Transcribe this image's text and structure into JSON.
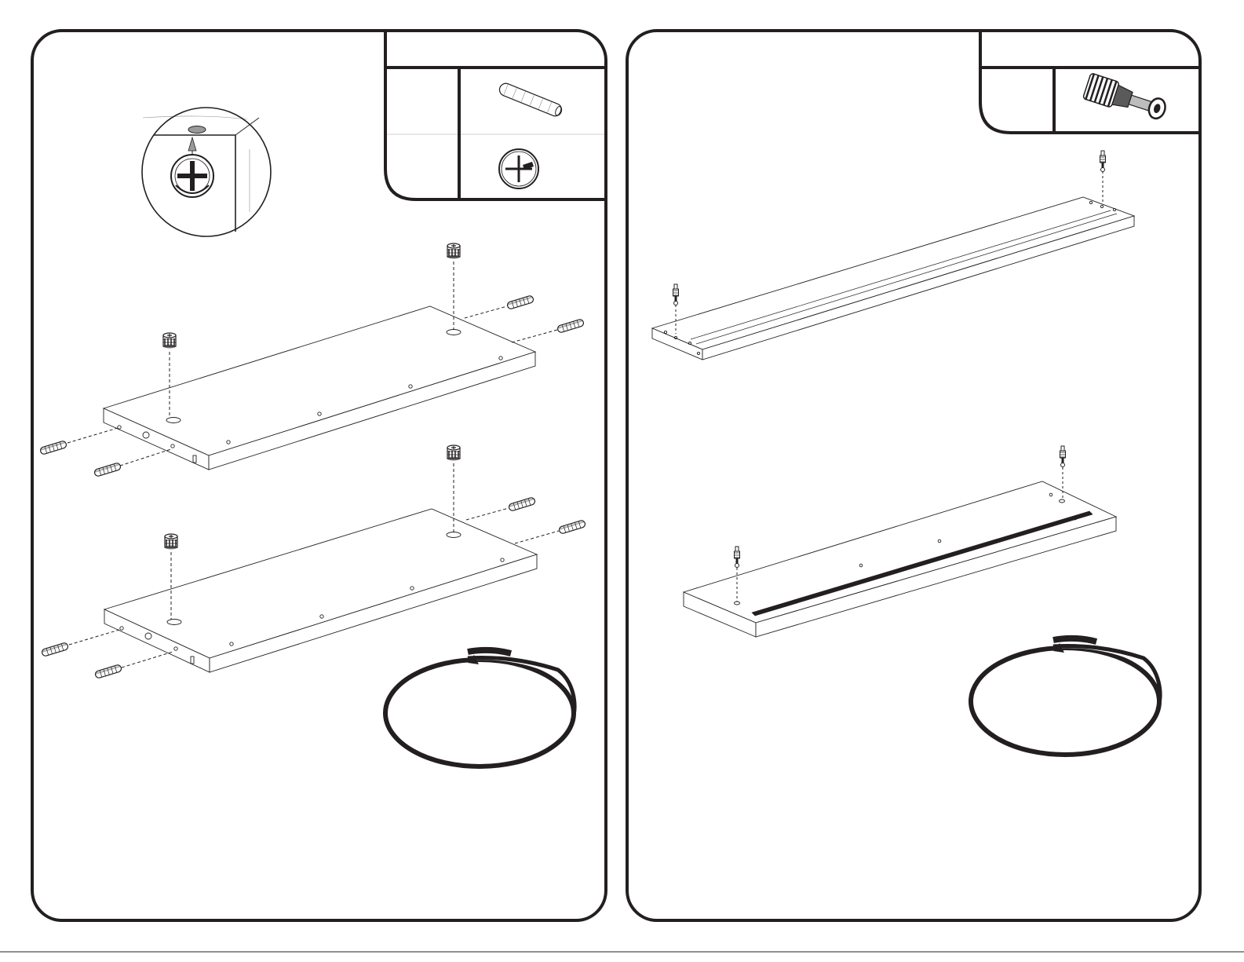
{
  "page": {
    "description_free": true,
    "background": "#ffffff",
    "ink": "#231f20"
  },
  "panels": [
    {
      "id": "left",
      "hardware_box_items": [
        "wood-dowel-icon",
        "cam-lock-screwdriver-icon"
      ],
      "detail_inset_icon": "cam-lock-orientation-detail",
      "boards": 2,
      "cam_locks_per_board": 2,
      "dowels_per_board": 4,
      "note_loop_icon": "lasso-loop-icon"
    },
    {
      "id": "right",
      "hardware_box_items": [
        "cam-bolt-icon"
      ],
      "boards": 2,
      "cam_bolts_per_board": 2,
      "note_loop_icon": "lasso-loop-icon"
    }
  ]
}
